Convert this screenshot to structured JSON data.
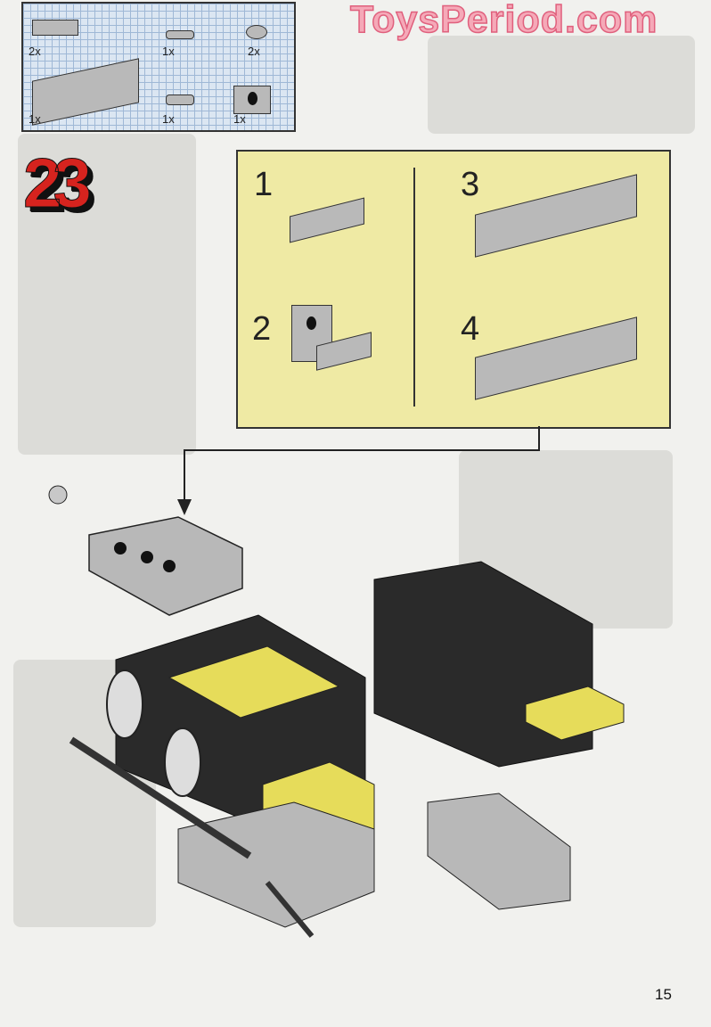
{
  "watermark": "ToysPeriod.com",
  "parts_list": [
    {
      "part": "plate-2x2",
      "qty": "2x"
    },
    {
      "part": "pin-long",
      "qty": "1x"
    },
    {
      "part": "bush",
      "qty": "2x"
    },
    {
      "part": "technic-brick-1x6",
      "qty": "1x"
    },
    {
      "part": "axle-pin",
      "qty": "1x"
    },
    {
      "part": "technic-brick-1x2",
      "qty": "1x"
    }
  ],
  "step": {
    "number": "23"
  },
  "substeps": [
    "1",
    "2",
    "3",
    "4"
  ],
  "page_number": "15"
}
